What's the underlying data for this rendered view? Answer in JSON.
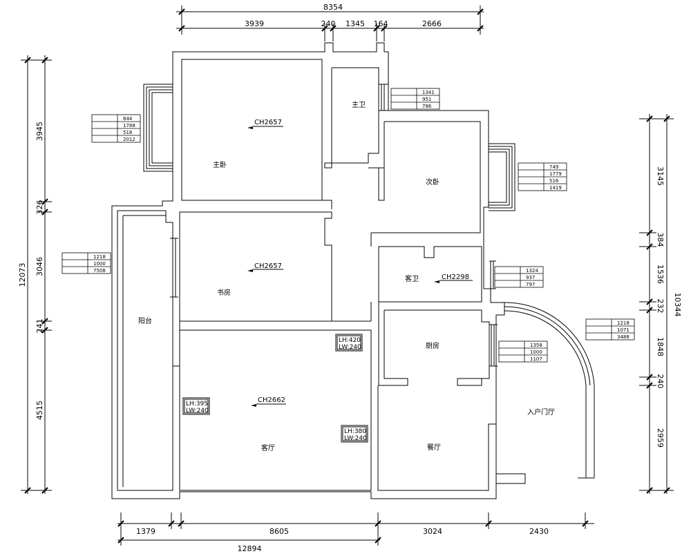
{
  "dimensions": {
    "top_total": "8354",
    "top_parts": [
      "3939",
      "240",
      "1345",
      "164",
      "2666"
    ],
    "bottom_total": "12894",
    "bottom_parts": [
      "1379",
      "8605",
      "3024",
      "2430"
    ],
    "left_total": "12073",
    "left_parts": [
      "3945",
      "326",
      "3046",
      "241",
      "4515"
    ],
    "right_total": "10344",
    "right_parts": [
      "3145",
      "384",
      "1536",
      "232",
      "1848",
      "240",
      "2959"
    ]
  },
  "rooms": {
    "master_bedroom": "主卧",
    "master_bath": "主卫",
    "second_bedroom": "次卧",
    "study": "书房",
    "guest_bath": "客卫",
    "balcony": "阳台",
    "kitchen": "厨房",
    "living_room": "客厅",
    "dining_room": "餐厅",
    "entry_hall": "入户门厅"
  },
  "ceiling_heights": {
    "master_bedroom": "CH2657",
    "study": "CH2657",
    "guest_bath": "CH2298",
    "living_room": "CH2662"
  },
  "beam_tags": {
    "lh420": "LH:420",
    "lw240_a": "LW:240",
    "lh395": "LH:395",
    "lw240_b": "LW:240",
    "lh380": "LH:380",
    "lw240_c": "LW:240"
  },
  "window_tables": {
    "master_bed": [
      "844",
      "1788",
      "518",
      "2012"
    ],
    "master_bath": [
      "1341",
      "951",
      "786"
    ],
    "second_bed": [
      "749",
      "1779",
      "516",
      "1419"
    ],
    "balcony": [
      "1218",
      "1000",
      "7508"
    ],
    "guest_bath": [
      "1324",
      "937",
      "797"
    ],
    "kitchen": [
      "1358",
      "1000",
      "1107"
    ],
    "entry": [
      "1218",
      "1071",
      "3488"
    ]
  },
  "colors": {
    "line": "#000000",
    "background": "#ffffff"
  }
}
